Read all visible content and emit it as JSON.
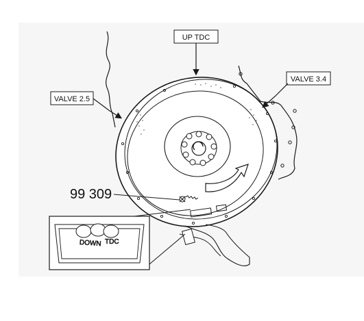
{
  "labels": {
    "up_tdc": "UP TDC",
    "valve_25": "VALVE 2.5",
    "valve_34": "VALVE 3.4",
    "tool_number": "99 309",
    "inset_down": "DOWN",
    "inset_tdc": "TDC"
  },
  "colors": {
    "line": "#1a1a1a",
    "panel": "#f6f6f6",
    "background": "#ffffff"
  },
  "icons": {
    "rotation": "rotation-direction-arrow-icon"
  }
}
